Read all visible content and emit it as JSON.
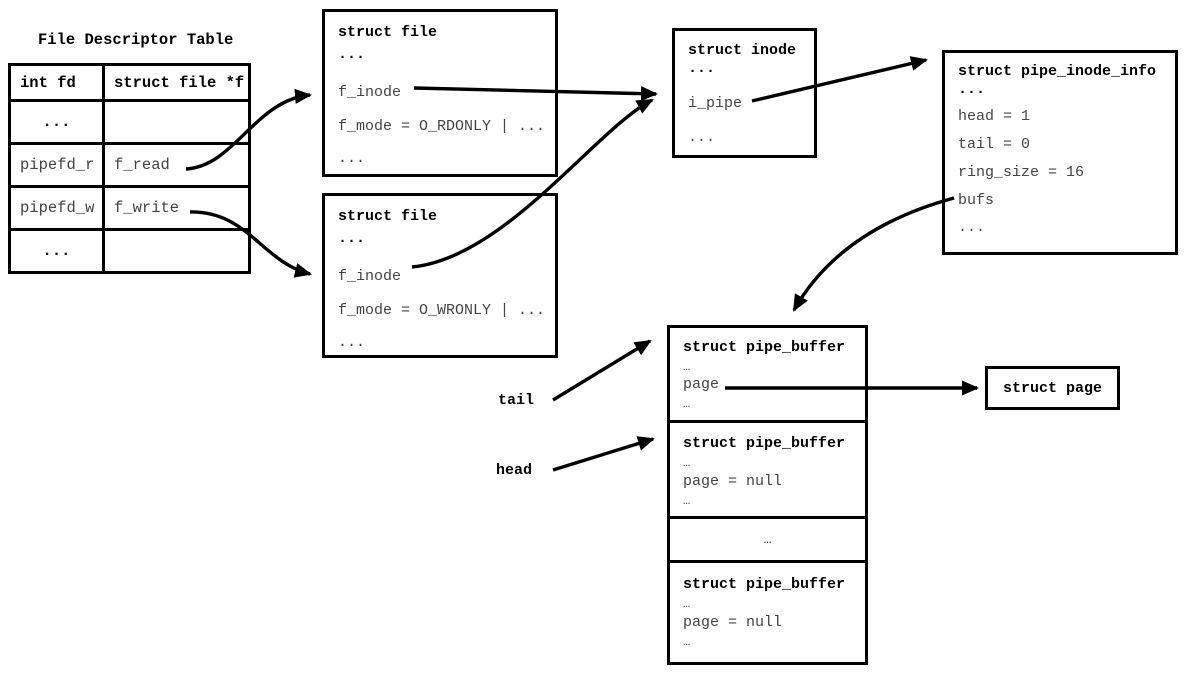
{
  "diagram": {
    "background": "#ffffff",
    "line_color": "#000000",
    "title_color": "#000000",
    "field_color": "#444444"
  },
  "title": "File Descriptor Table",
  "fd_table": {
    "headers": [
      "int fd",
      "struct file *f"
    ],
    "rows": [
      [
        "...",
        ""
      ],
      [
        "pipefd_r",
        "f_read"
      ],
      [
        "pipefd_w",
        "f_write"
      ],
      [
        "...",
        ""
      ]
    ]
  },
  "file_read": {
    "title": "struct file",
    "lines": [
      "...",
      "f_inode",
      "f_mode = O_RDONLY | ...",
      "..."
    ]
  },
  "file_write": {
    "title": "struct file",
    "lines": [
      "...",
      "f_inode",
      "f_mode = O_WRONLY | ...",
      "..."
    ]
  },
  "inode": {
    "title": "struct inode",
    "lines": [
      "...",
      "i_pipe",
      "..."
    ]
  },
  "pipe_inode_info": {
    "title": "struct pipe_inode_info",
    "lines": [
      "...",
      "head = 1",
      "tail = 0",
      "ring_size = 16",
      "bufs",
      "..."
    ]
  },
  "pipe_buffers": {
    "buf0": {
      "title": "struct pipe_buffer",
      "lines": [
        "…",
        "page",
        "…"
      ]
    },
    "buf1": {
      "title": "struct pipe_buffer",
      "lines": [
        "…",
        "page = null",
        "…"
      ]
    },
    "separator": "…",
    "buf2": {
      "title": "struct pipe_buffer",
      "lines": [
        "…",
        "page = null",
        "…"
      ]
    }
  },
  "page_box": {
    "title": "struct page"
  },
  "pointer_labels": {
    "tail": "tail",
    "head": "head"
  }
}
